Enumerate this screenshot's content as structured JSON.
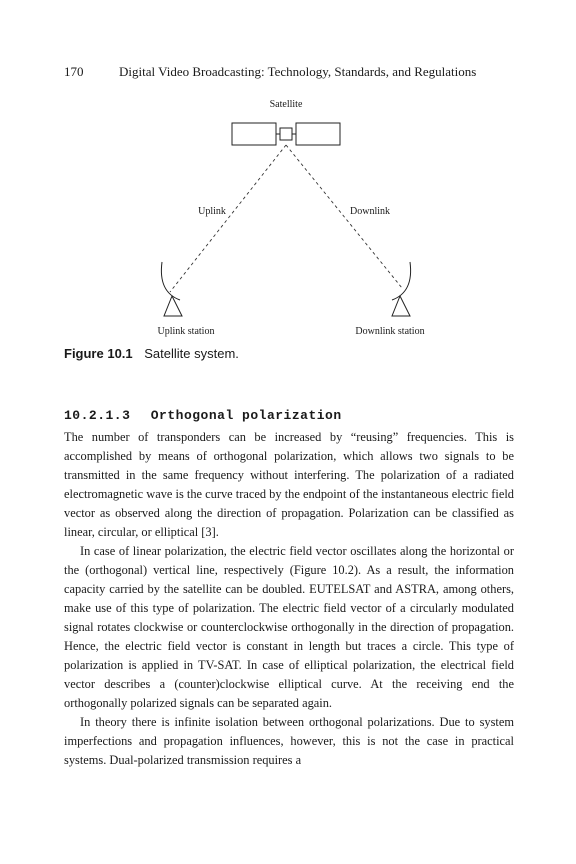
{
  "header": {
    "page_number": "170",
    "running_title": "Digital Video Broadcasting: Technology, Standards, and Regulations"
  },
  "figure": {
    "labels": {
      "satellite": "Satellite",
      "uplink": "Uplink",
      "downlink": "Downlink",
      "uplink_station": "Uplink station",
      "downlink_station": "Downlink station"
    },
    "caption_label": "Figure 10.1",
    "caption_text": "Satellite system."
  },
  "section": {
    "number": "10.2.1.3",
    "title": "Orthogonal polarization"
  },
  "paragraphs": [
    "The number of transponders can be increased by “reusing” frequencies. This is accomplished by means of orthogonal polarization, which allows two signals to be transmitted in the same frequency without interfering. The polarization of a radiated electromagnetic wave is the curve traced by the endpoint of the instantaneous electric field vector as observed along the direction of propagation. Polarization can be classified as linear, circular, or elliptical [3].",
    "In case of linear polarization, the electric field vector oscillates along the horizontal or the (orthogonal) vertical line, respectively (Figure 10.2). As a result, the information capacity carried by the satellite can be doubled. EUTELSAT and ASTRA, among others, make use of this type of polarization. The electric field vector of a circularly modulated signal rotates clockwise or counterclockwise orthogonally in the direction of propagation. Hence, the electric field vector is constant in length but traces a circle. This type of polarization is applied in TV-SAT. In case of elliptical polarization, the electrical field vector describes a (counter)clockwise elliptical curve. At the receiving end the orthogonally polarized signals can be separated again.",
    "In theory there is infinite isolation between orthogonal polarizations. Due to system imperfections and propagation influences, however, this is not the case in practical systems. Dual-polarized transmission requires a"
  ]
}
